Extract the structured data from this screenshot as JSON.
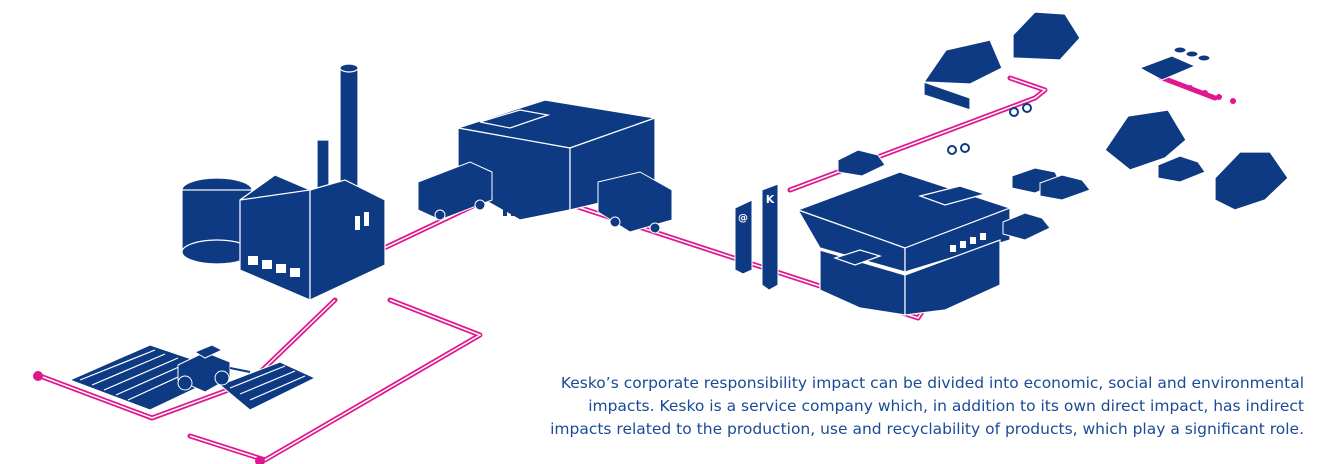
{
  "diagram": {
    "colors": {
      "building": "#0e3a83",
      "outline": "#ffffff",
      "route": "#e0178f",
      "text": "#1a4b97"
    },
    "store_sign_left": "@",
    "store_sign_right": "K",
    "caption_lines": [
      "Kesko’s corporate responsibility impact can be divided into economic, social and environmental",
      "impacts. Kesko is a service company which, in addition to its own direct impact, has indirect",
      "impacts related to the production, use and recyclability of products, which play a significant role."
    ]
  }
}
